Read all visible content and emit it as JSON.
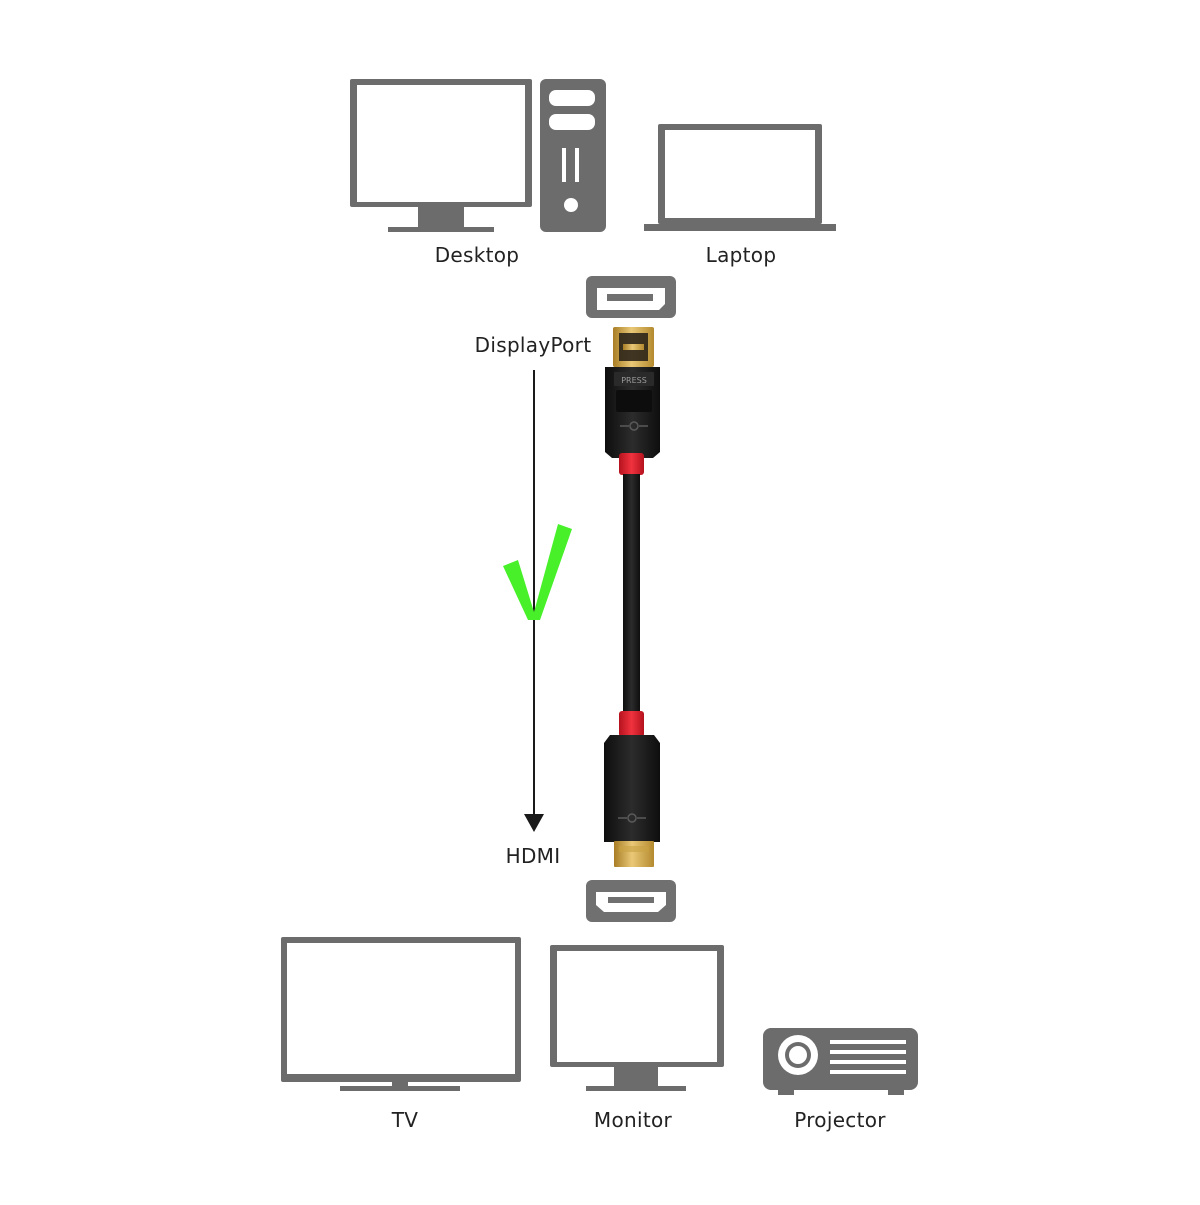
{
  "sources": {
    "desktop_label": "Desktop",
    "laptop_label": "Laptop"
  },
  "cable": {
    "input_label": "DisplayPort",
    "output_label": "HDMI",
    "press_tab_text": "PRESS",
    "direction_valid": true
  },
  "displays": {
    "tv_label": "TV",
    "monitor_label": "Monitor",
    "projector_label": "Projector"
  },
  "colors": {
    "icon_gray": "#6c6c6c",
    "port_gray": "#707070",
    "plug_black": "#1c1c1c",
    "cable_black": "#141414",
    "accent_red": "#e8202f",
    "gold": "#caa143",
    "check_green": "#48f02a",
    "arrow": "#1a1a1a"
  }
}
